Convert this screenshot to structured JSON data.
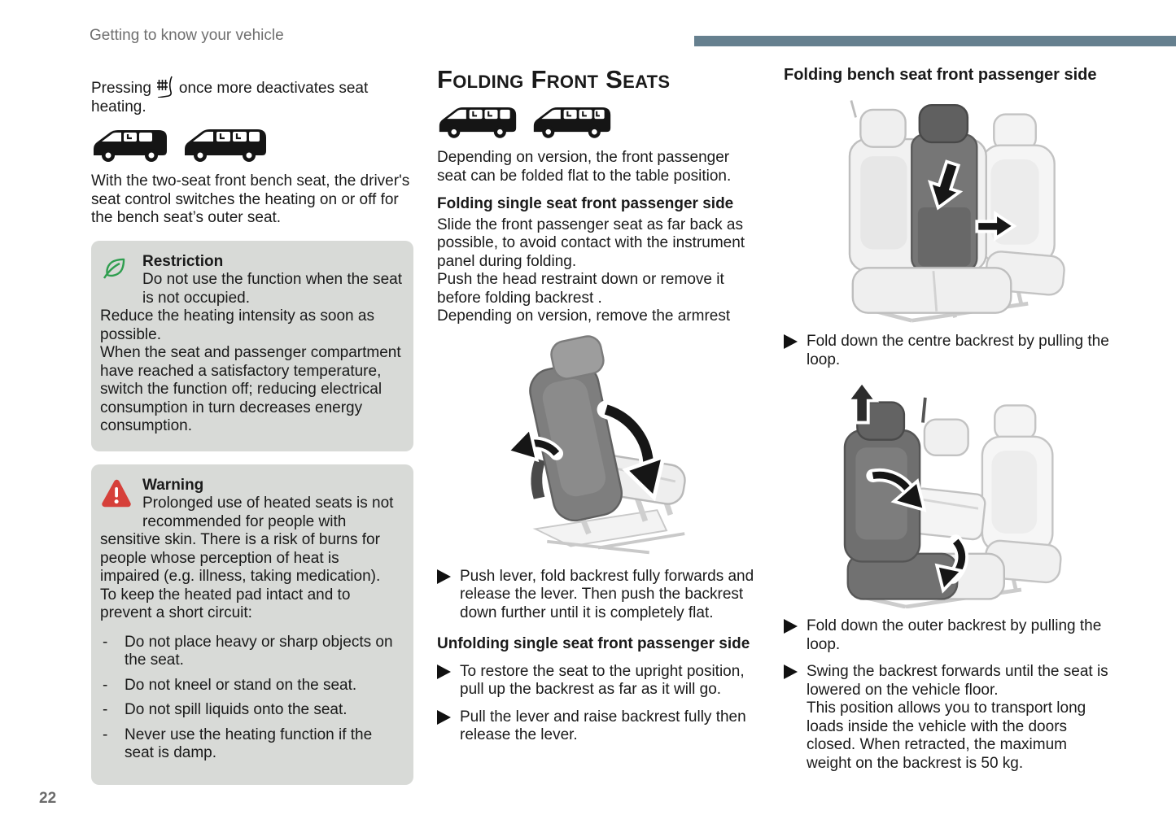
{
  "page": {
    "header": "Getting to know your vehicle",
    "number": "22"
  },
  "colors": {
    "accent_bar": "#66808f",
    "box_background": "#d8dad7",
    "leaf_green": "#2f9e4f",
    "warning_red": "#d6403a",
    "body_text": "#1a1a1a",
    "header_gray": "#6f6f6f"
  },
  "left": {
    "intro_prefix": "Pressing",
    "intro_suffix": "once more deactivates seat heating.",
    "bench_note": "With the two-seat front bench seat, the driver's seat control switches the heating on or off for the bench seat’s outer seat.",
    "restriction": {
      "title": "Restriction",
      "lead": "Do not use the function when the seat is not occupied.",
      "lines": [
        "Reduce the heating intensity as soon as possible.",
        "When the seat and passenger compartment have reached a satisfactory temperature, switch the function off; reducing electrical consumption in turn decreases energy consumption."
      ]
    },
    "warning": {
      "title": "Warning",
      "lead": "Prolonged use of heated seats is not recommended for people with sensitive skin. There is a risk of burns for people whose perception of heat is impaired (e.g. illness, taking medication).",
      "intro2": "To keep the heated pad intact and to prevent a short circuit:",
      "bullets": [
        "Do not place heavy or sharp objects on the seat.",
        "Do not kneel or stand on the seat.",
        "Do not spill liquids onto the seat.",
        "Never use the heating function if the seat is damp."
      ]
    }
  },
  "middle": {
    "title": "Folding Front Seats",
    "intro": "Depending on version, the front passenger seat can be folded flat to the table position.",
    "folding": {
      "heading": "Folding single seat front passenger side",
      "lines": [
        "Slide the front passenger seat as far back as possible, to avoid contact with the instrument panel during folding.",
        "Push the head restraint down or remove it before folding backrest .",
        "Depending on version, remove the armrest"
      ],
      "bullet": "Push lever, fold backrest fully forwards and release the lever. Then push the backrest down further until it is completely flat."
    },
    "unfolding": {
      "heading": "Unfolding single seat front passenger side",
      "bullets": [
        "To restore the seat to the upright position, pull up the backrest as far as it will go.",
        "Pull the lever and raise backrest fully then release the lever."
      ]
    }
  },
  "right": {
    "heading": "Folding bench seat front passenger side",
    "bullet_centre": "Fold down the centre backrest by pulling the loop.",
    "bullet_outer": "Fold down the outer backrest by pulling the loop.",
    "bullet_swing": "Swing the backrest forwards until the seat is lowered on the vehicle floor.",
    "bullet_swing_note": "This position allows you to transport long loads inside the vehicle with the doors closed. When retracted, the maximum weight on the backrest is 50 kg."
  }
}
